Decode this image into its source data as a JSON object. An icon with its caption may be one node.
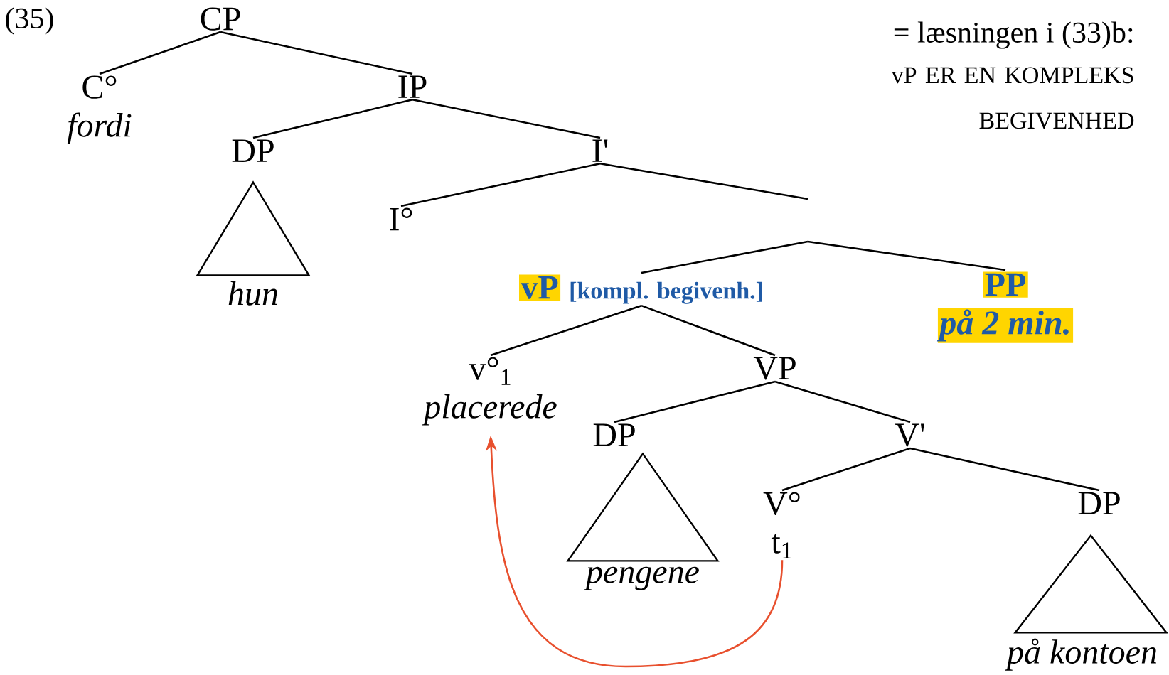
{
  "diagram": {
    "nodes": [
      {
        "text": [
          "CP"
        ]
      },
      {
        "text": [
          "C°",
          "fordi"
        ]
      },
      {
        "text": [
          "IP"
        ]
      },
      {
        "text": [
          "DP"
        ]
      },
      {
        "text": [],
        "shape": "triangle",
        "beside": [
          "hun"
        ]
      },
      {
        "text": [
          "I'"
        ]
      },
      {
        "text": [
          "I°"
        ]
      },
      {
        "text": [
          "vP",
          "[kompl. begivenh.]"
        ]
      },
      {
        "text": [
          "PP",
          "på 2 min."
        ]
      },
      {
        "text": [
          "v°$_{1}$",
          "placerede"
        ]
      },
      {
        "text": [
          "VP"
        ]
      },
      {
        "text": [
          "DP"
        ]
      },
      {
        "text": [],
        "shape": "triangle",
        "beside": [
          "pengene"
        ]
      },
      {
        "text": [
          "V'"
        ]
      },
      {
        "text": [
          "V°",
          "t$_{1}$"
        ]
      },
      {
        "text": [
          "DP"
        ]
      },
      {
        "text": [],
        "shape": "triangle",
        "beside": [
          "på kontoen"
        ]
      }
    ],
    "edges": [
      {
        "from": 0,
        "to": 1,
        "arrow": "none"
      },
      {
        "from": 0,
        "to": 2,
        "arrow": "none"
      },
      {
        "from": 2,
        "to": 3,
        "arrow": "none"
      },
      {
        "from": 2,
        "to": 5,
        "arrow": "none"
      },
      {
        "from": 5,
        "to": 6,
        "arrow": "none"
      },
      {
        "from": 5,
        "to": null,
        "arrow": "none"
      },
      {
        "from": null,
        "to": 7,
        "arrow": "none"
      },
      {
        "from": null,
        "to": 8,
        "arrow": "none"
      },
      {
        "from": 7,
        "to": 9,
        "arrow": "none"
      },
      {
        "from": 7,
        "to": 10,
        "arrow": "none"
      },
      {
        "from": 10,
        "to": 11,
        "arrow": "none"
      },
      {
        "from": 10,
        "to": 13,
        "arrow": "none"
      },
      {
        "from": 13,
        "to": 14,
        "arrow": "none"
      },
      {
        "from": 13,
        "to": 15,
        "arrow": "none"
      },
      {
        "from": 14,
        "to": 9,
        "arrow": "to",
        "color": "#e8502e"
      }
    ],
    "labels": [
      "(35)",
      "= læsningen i (33)b:",
      "vP ER EN KOMPLEKS BEGIVENHED"
    ]
  }
}
